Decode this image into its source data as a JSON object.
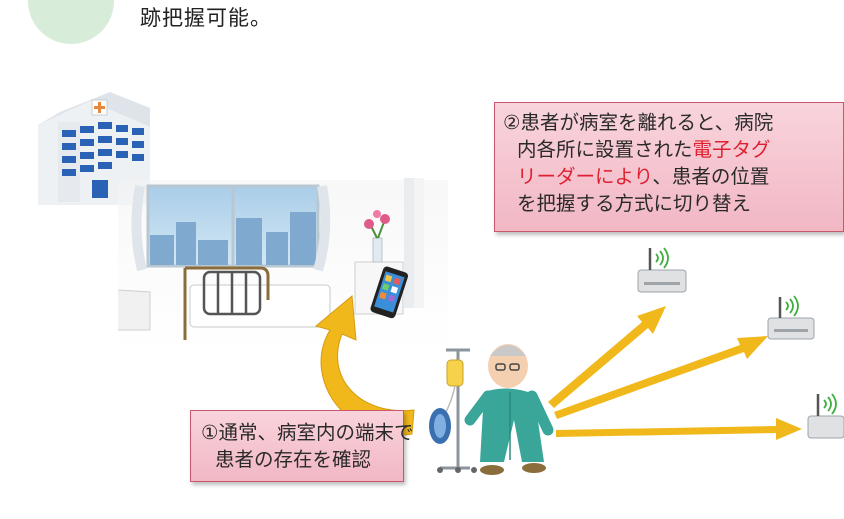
{
  "header": {
    "text": "跡把握可能。",
    "circle_color": "#d7ecd9"
  },
  "callout_upper": {
    "line1": "②患者が病室を離れると、病院",
    "line2_a": "内各所に設置された",
    "line2_b": "電子タグ",
    "line3_a": "リーダーにより",
    "line3_b": "、患者の位置",
    "line4": "を把握する方式に切り替え",
    "highlight_color": "#e02030"
  },
  "callout_lower": {
    "line1": "①通常、病室内の端末で",
    "line2": "患者の存在を確認"
  },
  "colors": {
    "arrow": "#f0b81a",
    "callout_fill": "#f5c4cf",
    "callout_border": "#c9586c"
  },
  "icons": [
    "hospital-building-icon",
    "smartphone-icon",
    "flower-vase-icon",
    "iv-drip-stand-icon",
    "patient-figure-icon",
    "rfid-tag-reader-icon"
  ]
}
